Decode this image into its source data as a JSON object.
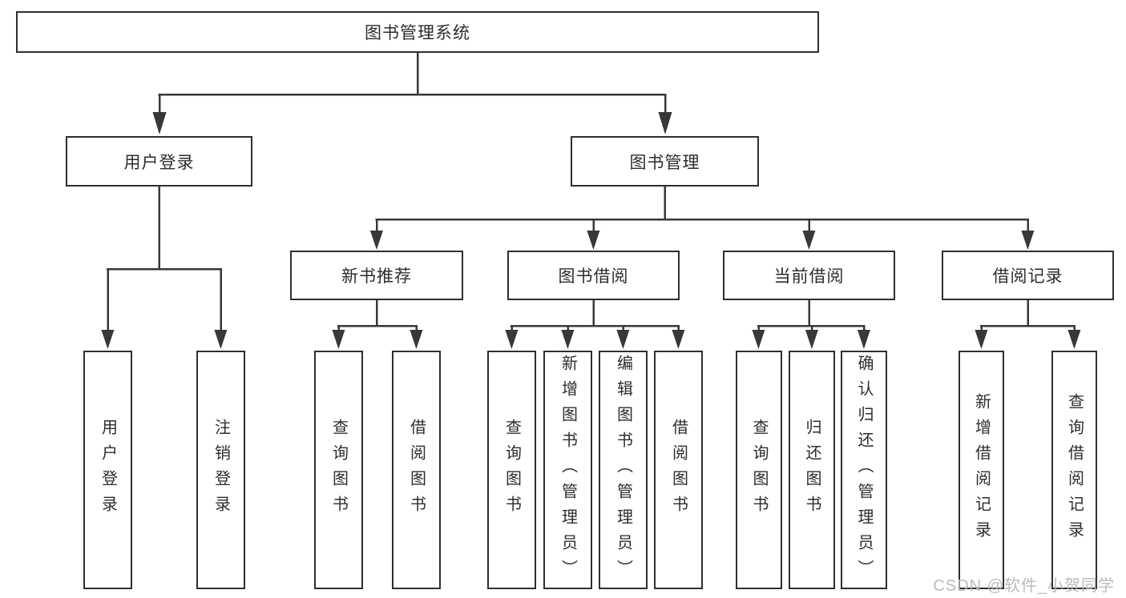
{
  "diagram": {
    "root": {
      "label": "图书管理系统"
    },
    "level1": [
      {
        "label": "用户登录"
      },
      {
        "label": "图书管理"
      }
    ],
    "level2": [
      {
        "label": "新书推荐"
      },
      {
        "label": "图书借阅"
      },
      {
        "label": "当前借阅"
      },
      {
        "label": "借阅记录"
      }
    ],
    "leaves": {
      "user_login": [
        {
          "label": "用户登录"
        },
        {
          "label": "注销登录"
        }
      ],
      "new_book_recommend": [
        {
          "label": "查询图书"
        },
        {
          "label": "借阅图书"
        }
      ],
      "book_borrow": [
        {
          "label": "查询图书"
        },
        {
          "label": "新增图书（管理员）"
        },
        {
          "label": "编辑图书（管理员）"
        },
        {
          "label": "借阅图书"
        }
      ],
      "current_borrow": [
        {
          "label": "查询图书"
        },
        {
          "label": "归还图书"
        },
        {
          "label": "确认归还（管理员）"
        }
      ],
      "borrow_record": [
        {
          "label": "新增借阅记录"
        },
        {
          "label": "查询借阅记录"
        }
      ]
    }
  },
  "watermark": {
    "text": "CSDN @软件_小贺同学"
  },
  "colors": {
    "line": "#383838",
    "box_border": "#2f2f2f",
    "text": "#2d2d2d",
    "watermark": "#b8b8b8",
    "background": "#ffffff"
  }
}
